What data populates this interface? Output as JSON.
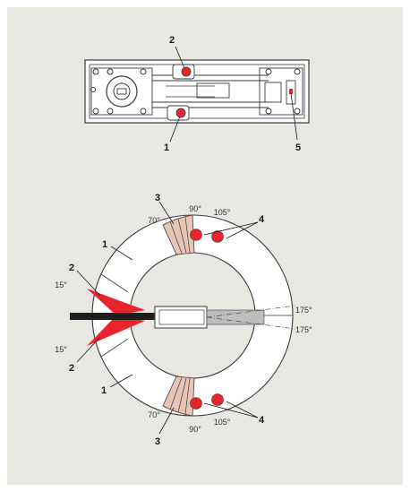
{
  "colors": {
    "background": "#e8e7e1",
    "ring": "#ffffff",
    "outline": "#3a3a3a",
    "valve_red": "#e8242d",
    "pointer_red": "#e8242d",
    "zone_fill": "#e8c4b4",
    "arm": "#1e1e1e",
    "spindle": "#bdbdbd"
  },
  "top_view": {
    "label_2": "2",
    "label_1": "1",
    "label_5": "5"
  },
  "dial": {
    "label_3_top": "3",
    "angle_70_top": "70°",
    "angle_90_top": "90°",
    "angle_105_top": "105°",
    "label_4_top": "4",
    "label_1_top": "1",
    "label_2_top": "2",
    "angle_15_top": "15°",
    "angle_175_top": "175°",
    "angle_175_bottom": "175°",
    "angle_15_bottom": "15°",
    "label_2_bottom": "2",
    "label_1_bottom": "1",
    "angle_70_bottom": "70°",
    "angle_90_bottom": "90°",
    "angle_105_bottom": "105°",
    "label_4_bottom": "4",
    "label_3_bottom": "3"
  }
}
